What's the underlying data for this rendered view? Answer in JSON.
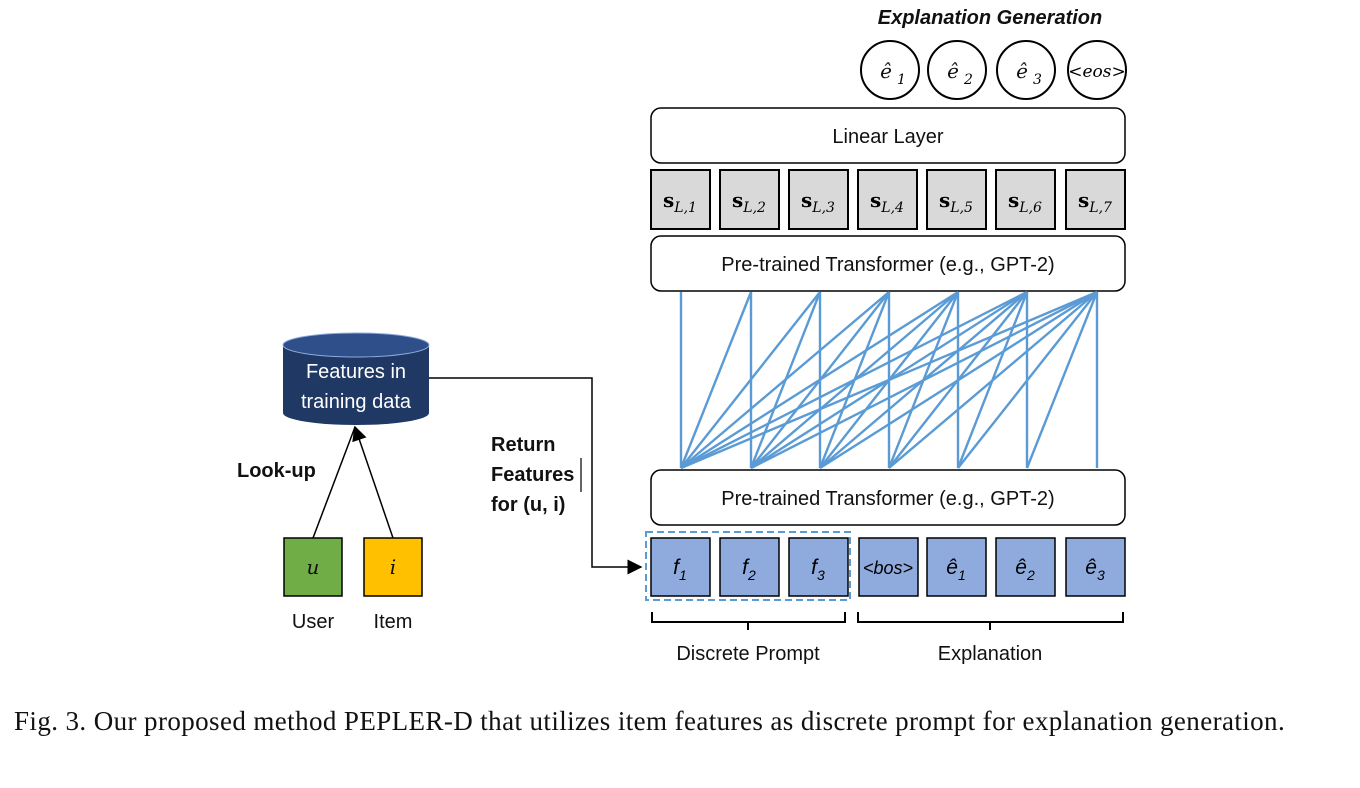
{
  "diagram": {
    "header": "Explanation Generation",
    "outputs": [
      "ê",
      "ê",
      "ê",
      "<eos>"
    ],
    "output_subs": [
      "1",
      "2",
      "3",
      ""
    ],
    "linear_layer": "Linear Layer",
    "states": {
      "base": "s",
      "sub_prefix": "L,",
      "indices": [
        "1",
        "2",
        "3",
        "4",
        "5",
        "6",
        "7"
      ]
    },
    "transformer_top": "Pre-trained Transformer (e.g., GPT-2)",
    "transformer_bottom": "Pre-trained Transformer (e.g., GPT-2)",
    "prompt_tokens": [
      {
        "base": "f",
        "sub": "1"
      },
      {
        "base": "f",
        "sub": "2"
      },
      {
        "base": "f",
        "sub": "3"
      }
    ],
    "explanation_tokens": [
      {
        "base": "<bos>",
        "sub": ""
      },
      {
        "base": "ê",
        "sub": "1"
      },
      {
        "base": "ê",
        "sub": "2"
      },
      {
        "base": "ê",
        "sub": "3"
      }
    ],
    "brace_labels": {
      "prompt": "Discrete Prompt",
      "explanation": "Explanation"
    },
    "database": {
      "line1": "Features in",
      "line2": "training data"
    },
    "lookup": "Look-up",
    "return_lines": [
      "Return",
      "Features",
      "for (u, i)"
    ],
    "user": {
      "symbol": "u",
      "label": "User"
    },
    "item": {
      "symbol": "i",
      "label": "Item"
    },
    "colors": {
      "attention": "#5b9bd5",
      "token_fill": "#8faadc",
      "state_fill": "#d9d9d9",
      "user_fill": "#70ad47",
      "item_fill": "#ffc000",
      "db_fill": "#203864"
    }
  },
  "caption": "Fig. 3. Our proposed method PEPLER-D that utilizes item features as discrete prompt for explanation generation."
}
